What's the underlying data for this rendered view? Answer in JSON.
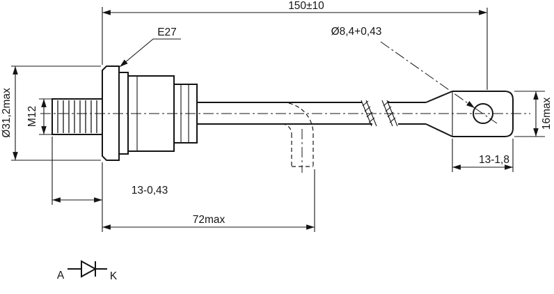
{
  "colors": {
    "ink": "#141414",
    "background": "#ffffff"
  },
  "dimensions": {
    "overall_length": "150±10",
    "hole_diameter": "Ø8,4+0,43",
    "case_marking": "E27",
    "flange_diameter": "Ø31,2max",
    "thread_spec": "M12",
    "stud_length": "13-0,43",
    "bend_reach": "72max",
    "lug_height": "16max",
    "lug_length": "13-1,8"
  },
  "symbol": {
    "anode_label": "A",
    "cathode_label": "K"
  }
}
